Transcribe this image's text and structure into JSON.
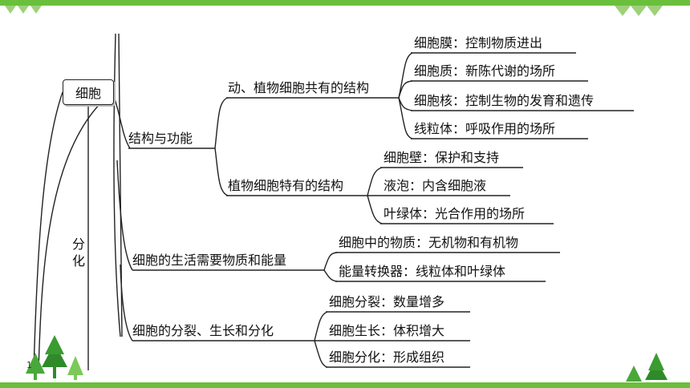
{
  "diagram": {
    "root": "细胞",
    "side_label": "分化",
    "page_number": "1",
    "branches": [
      {
        "label": "结构与功能",
        "children": [
          {
            "label": "动、植物细胞共有的结构",
            "children": [
              "细胞膜：控制物质进出",
              "细胞质：新陈代谢的场所",
              "细胞核：控制生物的发育和遗传",
              "线粒体：呼吸作用的场所"
            ]
          },
          {
            "label": "植物细胞特有的结构",
            "children": [
              "细胞壁：保护和支持",
              "液泡：内含细胞液",
              "叶绿体：光合作用的场所"
            ]
          }
        ]
      },
      {
        "label": "细胞的生活需要物质和能量",
        "children": [
          "细胞中的物质：无机物和有机物",
          "能量转换器：线粒体和叶绿体"
        ]
      },
      {
        "label": "细胞的分裂、生长和分化",
        "children": [
          "细胞分裂：数量增多",
          "细胞生长：体积增大",
          "细胞分化：形成组织"
        ]
      }
    ]
  },
  "theme": {
    "accent": "#6abf3c",
    "tree_dark": "#2f8a2a",
    "tree_light": "#7cc95a",
    "line": "#222222"
  }
}
